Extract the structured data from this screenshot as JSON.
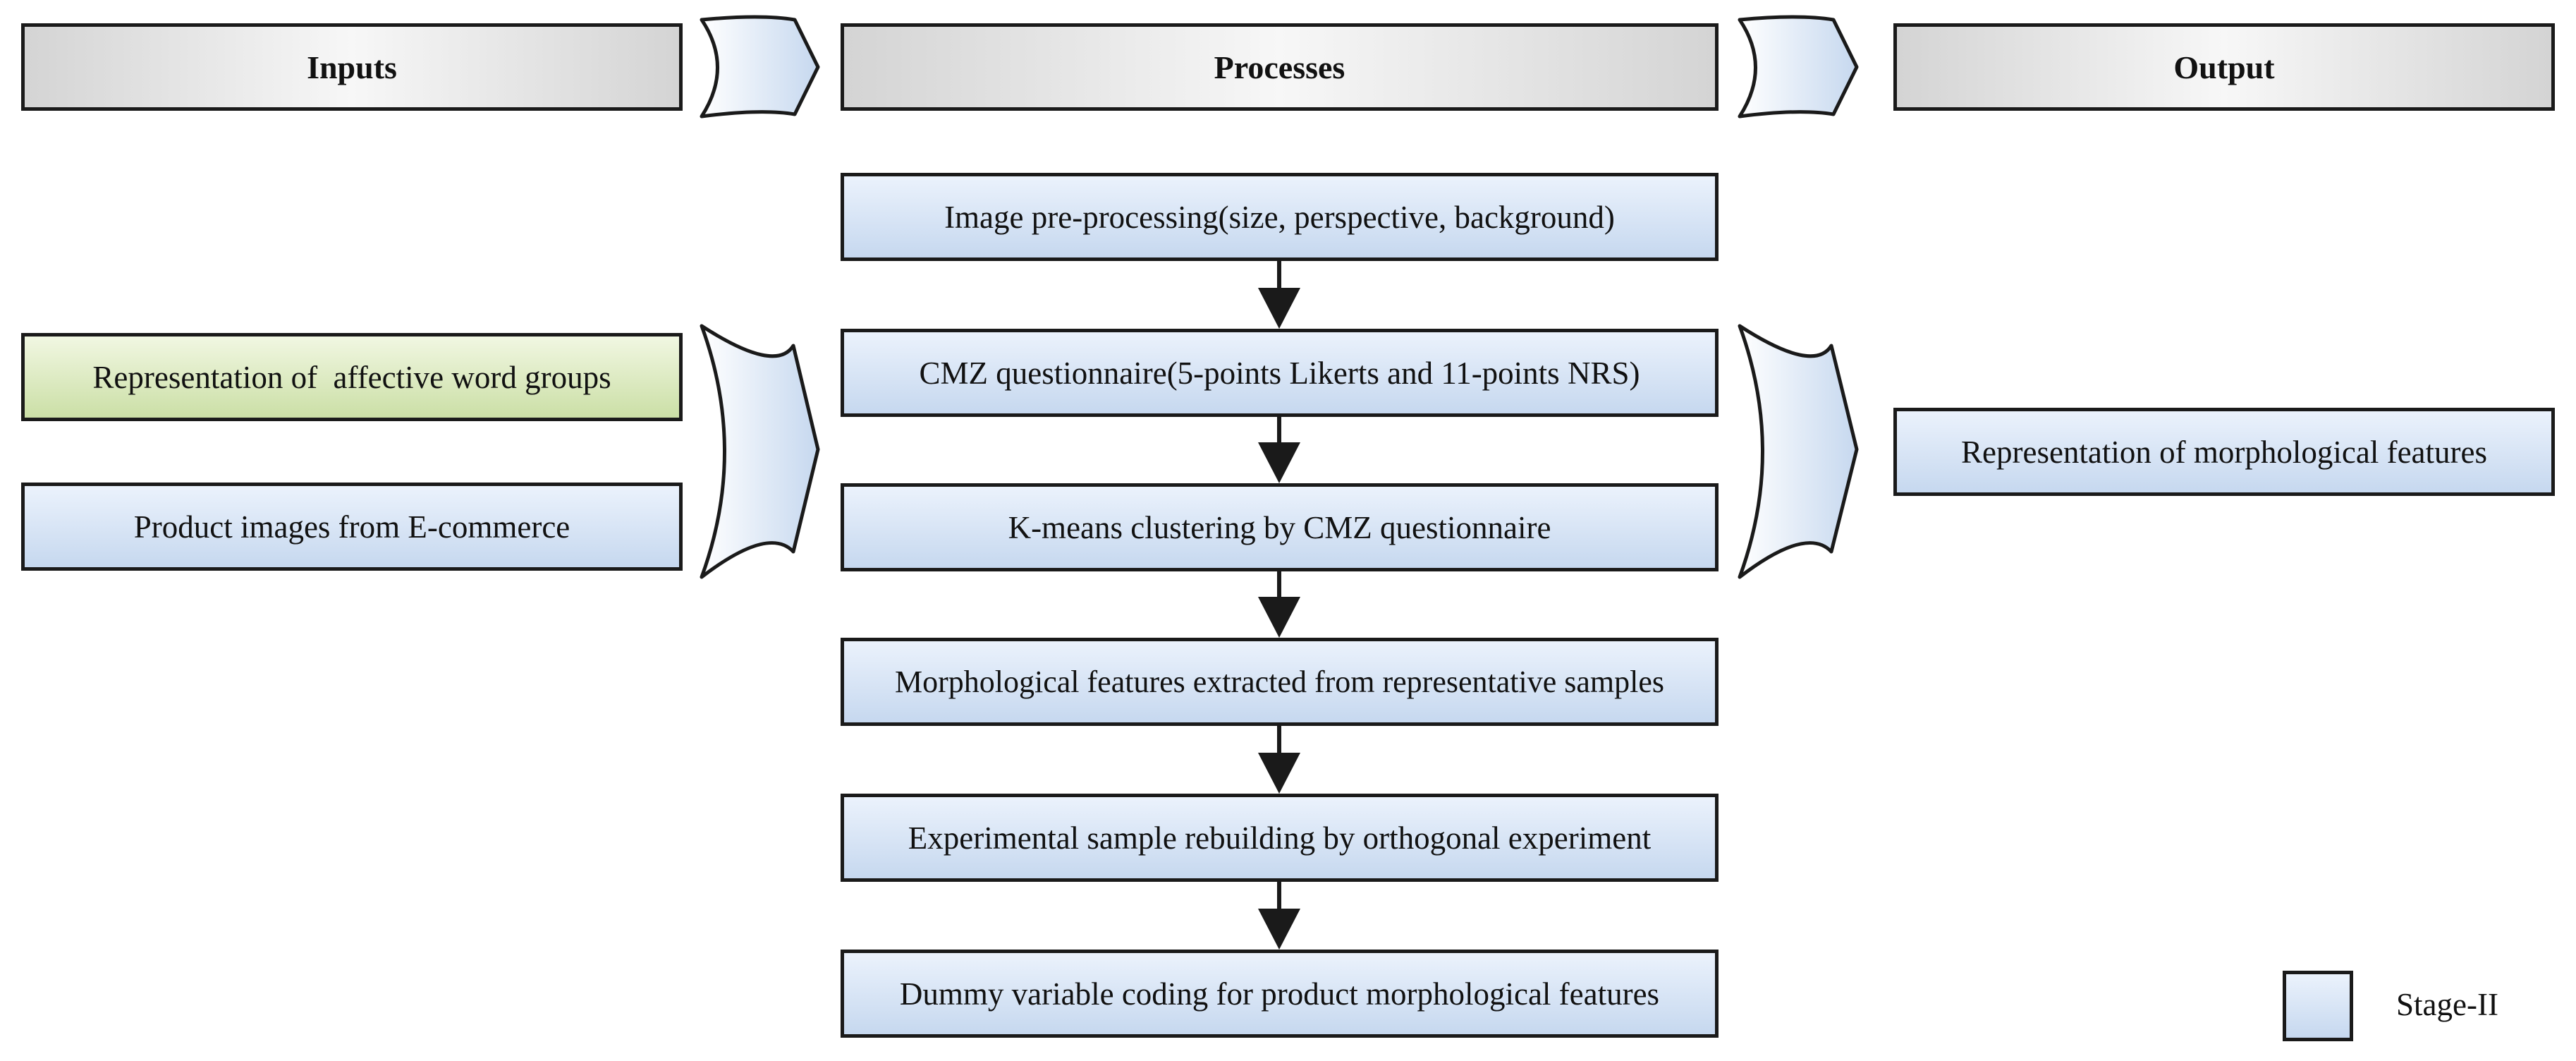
{
  "headers": {
    "inputs": "Inputs",
    "processes": "Processes",
    "output": "Output"
  },
  "inputs": [
    {
      "label": "Representation of  affective word groups",
      "color": "#cbdfa6"
    },
    {
      "label": "Product images from E-commerce",
      "color": "#c6d8ef"
    }
  ],
  "processes": [
    "Image pre-processing(size, perspective, background)",
    "CMZ questionnaire(5-points Likerts and 11-points NRS)",
    "K-means clustering by CMZ questionnaire",
    "Morphological features extracted from representative samples",
    "Experimental sample rebuilding by orthogonal experiment",
    "Dummy variable coding for product morphological features"
  ],
  "output": "Representation of morphological features",
  "legend": {
    "label": "Stage-II",
    "color": "#c6d8ef"
  }
}
